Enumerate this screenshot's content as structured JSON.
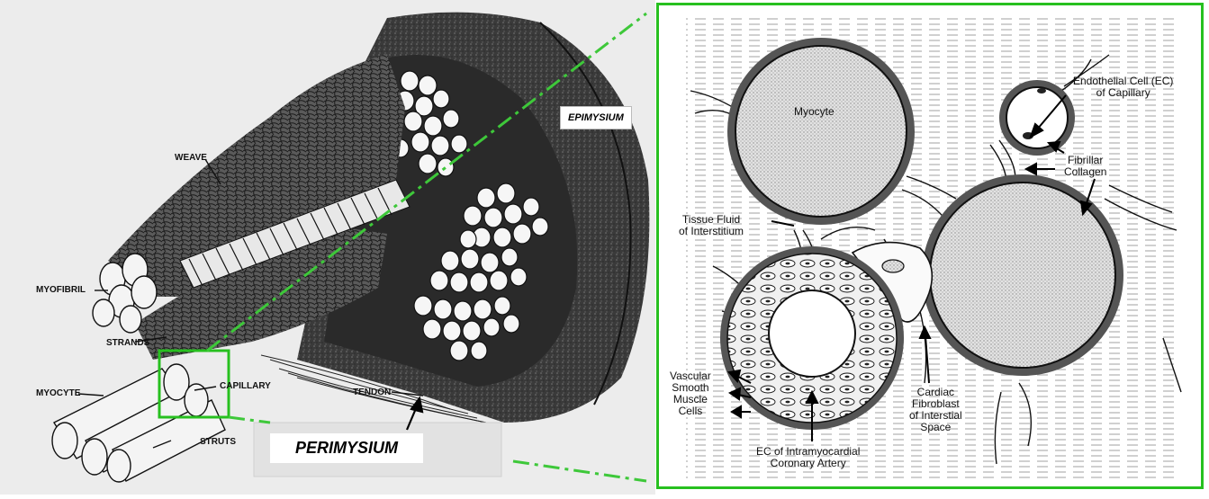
{
  "left_labels": {
    "epimysium": "EPIMYSIUM",
    "weave": "WEAVE",
    "myofibril": "MYOFIBRIL",
    "strands": "STRANDS",
    "myocyte": "MYOCYTE",
    "capillary": "CAPILLARY",
    "tendon": "TENDON",
    "struts": "STRUTS",
    "perimysium": "PERIMYSIUM"
  },
  "right_labels": {
    "myocyte": "Myocyte",
    "endothelial": [
      "Endothelial Cell (EC)",
      "of Capillary"
    ],
    "fibrillar": [
      "Fibrillar",
      "Collagen"
    ],
    "tissue_fluid": [
      "Tissue Fluid",
      "of Interstitium"
    ],
    "vascular": [
      "Vascular",
      "Smooth",
      "Muscle",
      "Cells"
    ],
    "fibroblast": [
      "Cardiac",
      "Fibroblast",
      "of Interstial",
      "Space"
    ],
    "ec_artery": [
      "EC of Intramyocardial",
      "Coronary Artery"
    ]
  },
  "colors": {
    "highlight_green": "#27c01f",
    "dash_green": "#3ec83a"
  }
}
